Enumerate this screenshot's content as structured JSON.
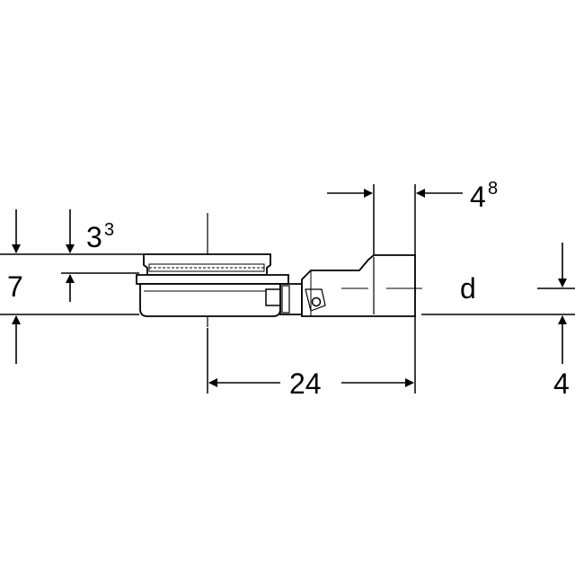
{
  "drawing": {
    "colors": {
      "line": "#000000",
      "fill": "#ffffff"
    },
    "dimensions": {
      "depth_7": "7",
      "grate_3_base": "3",
      "grate_3_sup": "3",
      "outlet_4_base": "4",
      "outlet_4_sup": "8",
      "right_height": "4",
      "length": "24",
      "outlet_diameter": "d"
    }
  }
}
